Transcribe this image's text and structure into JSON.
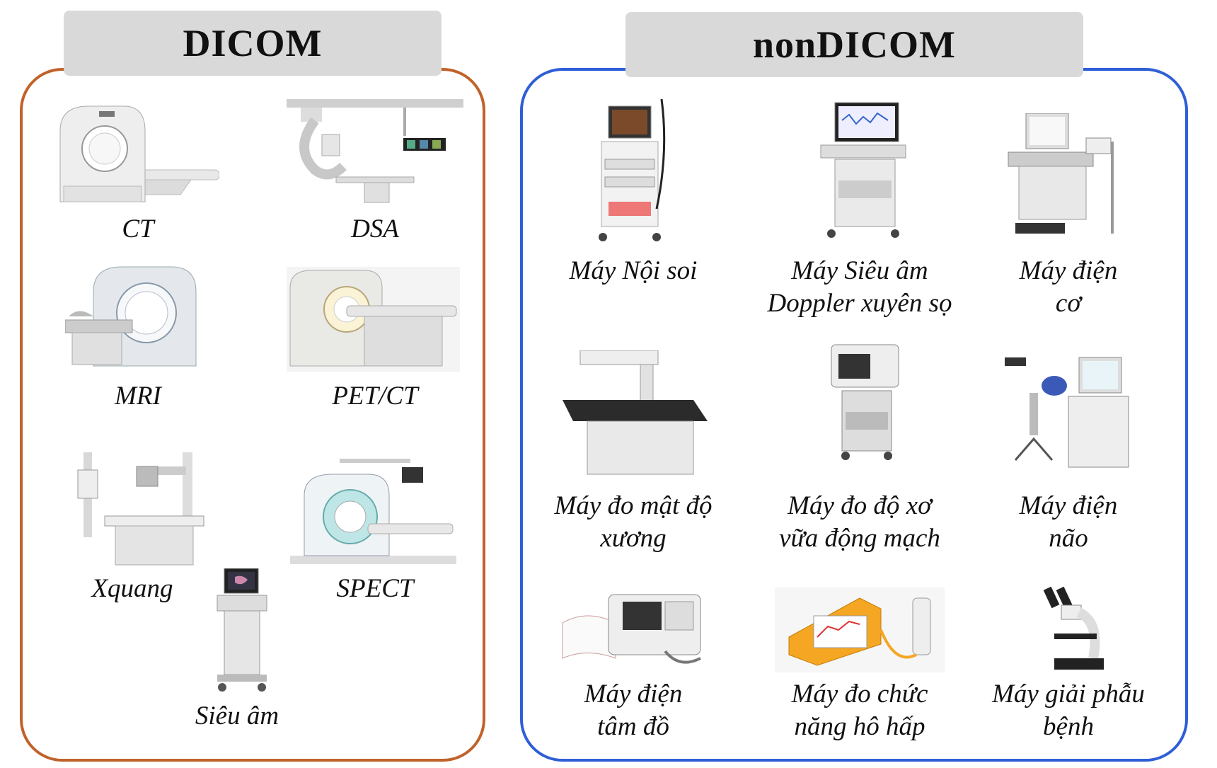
{
  "dicom": {
    "title": "DICOM",
    "items": [
      {
        "label": "CT"
      },
      {
        "label": "DSA"
      },
      {
        "label": "MRI"
      },
      {
        "label": "PET/CT"
      },
      {
        "label": "Xquang"
      },
      {
        "label": "SPECT"
      },
      {
        "label": "Siêu âm"
      }
    ]
  },
  "nondicom": {
    "title": "nonDICOM",
    "items": [
      {
        "line1": "Máy Nội soi",
        "line2": ""
      },
      {
        "line1": "Máy Siêu âm",
        "line2": "Doppler xuyên sọ"
      },
      {
        "line1": "Máy điện",
        "line2": "cơ"
      },
      {
        "line1": "Máy đo mật độ",
        "line2": "xương"
      },
      {
        "line1": "Máy đo độ xơ",
        "line2": "vữa động mạch"
      },
      {
        "line1": "Máy điện",
        "line2": "não"
      },
      {
        "line1": "Máy điện",
        "line2": "tâm đồ"
      },
      {
        "line1": "Máy đo chức",
        "line2": "năng hô hấp"
      },
      {
        "line1": "Máy giải phẫu",
        "line2": "bệnh"
      }
    ]
  },
  "colors": {
    "dicom_border": "#c0622a",
    "nondicom_border": "#2f5fd6",
    "tab_bg": "#d9d9d9"
  }
}
